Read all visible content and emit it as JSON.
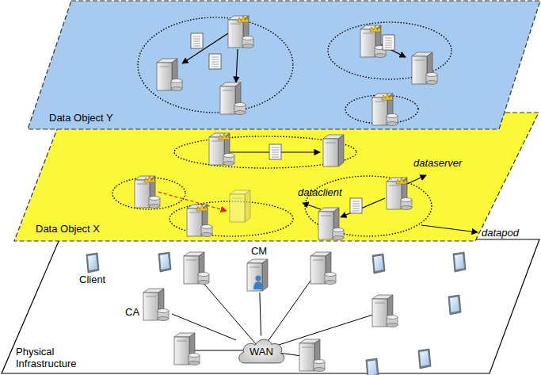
{
  "diagram": {
    "nodes": [
      {
        "text": [
          "Data Object Y"
        ]
      },
      {
        "text": [
          "Data Object X"
        ]
      },
      {
        "text": [
          "Physical Infrastructure"
        ]
      },
      {
        "text": [
          "CM"
        ],
        "in": 2
      },
      {
        "text": [
          "CA"
        ],
        "in": 2
      },
      {
        "text": [
          "Client"
        ],
        "in": 2
      },
      {
        "text": [
          "WAN"
        ],
        "in": 2
      }
    ],
    "edges": [
      {
        "from": 3,
        "to": 6,
        "arrow": "none"
      },
      {
        "from": 4,
        "to": 6,
        "arrow": "none"
      }
    ],
    "labels": [
      "dataserver",
      "dataclient",
      "datapod"
    ]
  }
}
